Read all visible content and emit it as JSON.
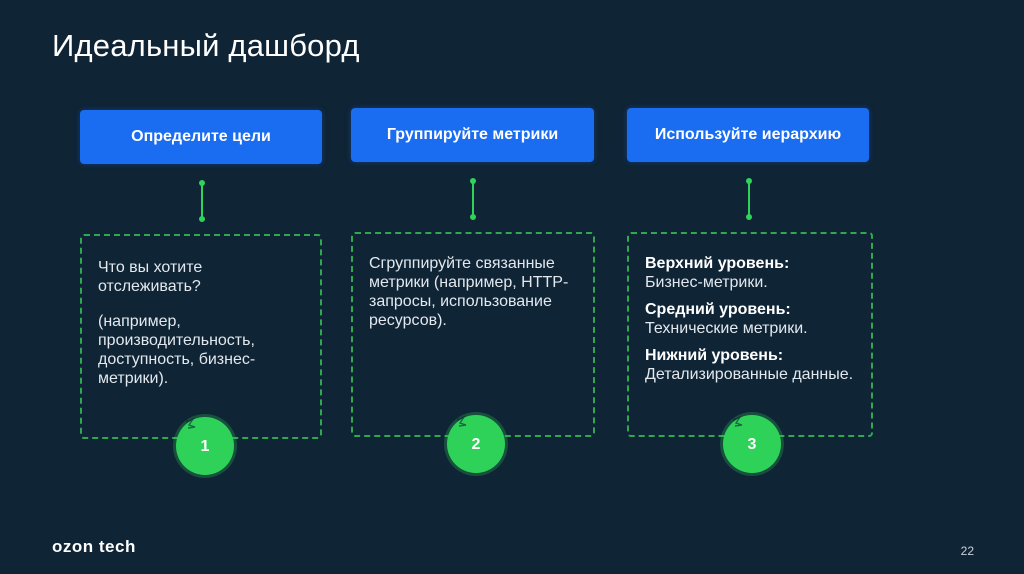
{
  "title": "Идеальный дашборд",
  "colors": {
    "background": "#0f2435",
    "button": "#1a6cf0",
    "accent_green": "#2ed35a",
    "border_green": "#2fa84e"
  },
  "columns": [
    {
      "button": "Определите цели",
      "badge": "1",
      "paragraphs": [
        "Что вы хотите отслеживать?",
        "(например, производительность, доступность, бизнес-метрики)."
      ]
    },
    {
      "button": "Группируйте метрики",
      "badge": "2",
      "paragraphs": [
        "Сгруппируйте связанные метрики (например, HTTP-запросы, использование ресурсов)."
      ]
    },
    {
      "button": "Используйте иерархию",
      "badge": "3",
      "tiers": [
        {
          "title": "Верхний уровень:",
          "desc": "Бизнес-метрики."
        },
        {
          "title": "Средний уровень:",
          "desc": "Технические метрики."
        },
        {
          "title": "Нижний уровень:",
          "desc": "Детализированные данные."
        }
      ]
    }
  ],
  "footer": {
    "logo": "ozon tech",
    "page_number": "22"
  }
}
